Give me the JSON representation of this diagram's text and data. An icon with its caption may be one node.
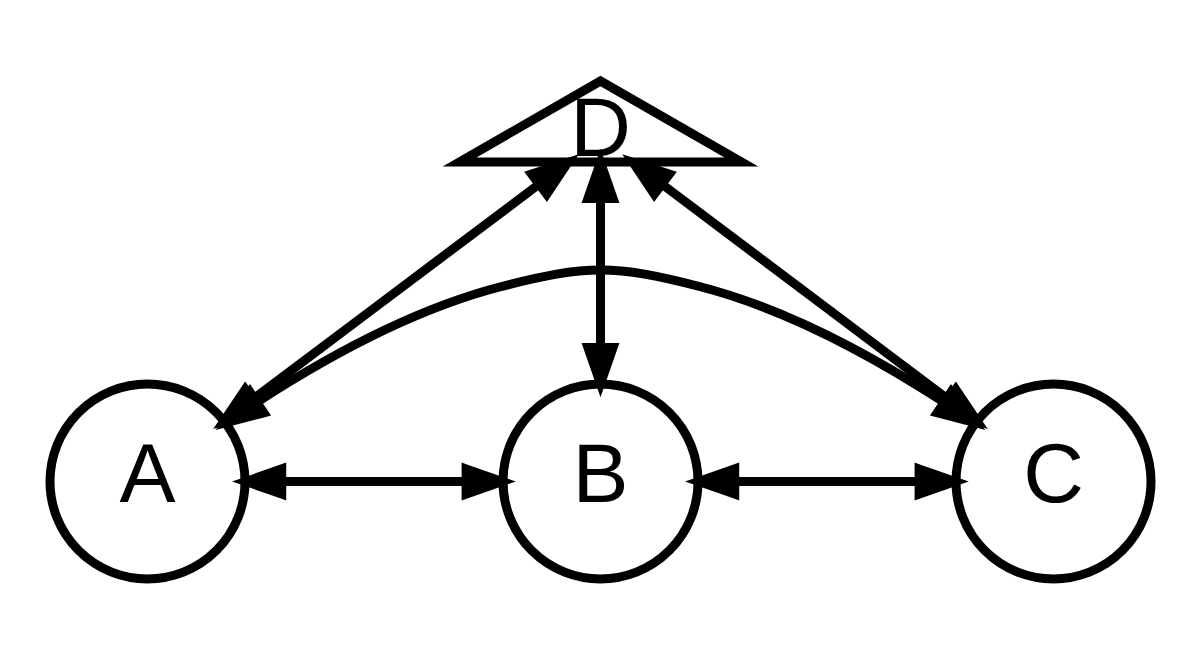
{
  "diagram": {
    "nodes": [
      {
        "text": [
          "D"
        ]
      },
      {
        "text": [
          "A"
        ]
      },
      {
        "text": [
          "B"
        ]
      },
      {
        "text": [
          "C"
        ]
      }
    ],
    "edges": [
      {
        "from": 0,
        "to": 1,
        "arrow": "both"
      },
      {
        "from": 0,
        "to": 2,
        "arrow": "both"
      },
      {
        "from": 0,
        "to": 3,
        "arrow": "both"
      },
      {
        "from": 1,
        "to": 2,
        "arrow": "both"
      },
      {
        "from": 2,
        "to": 3,
        "arrow": "both"
      },
      {
        "from": 1,
        "to": 3,
        "arrow": "both"
      }
    ]
  }
}
